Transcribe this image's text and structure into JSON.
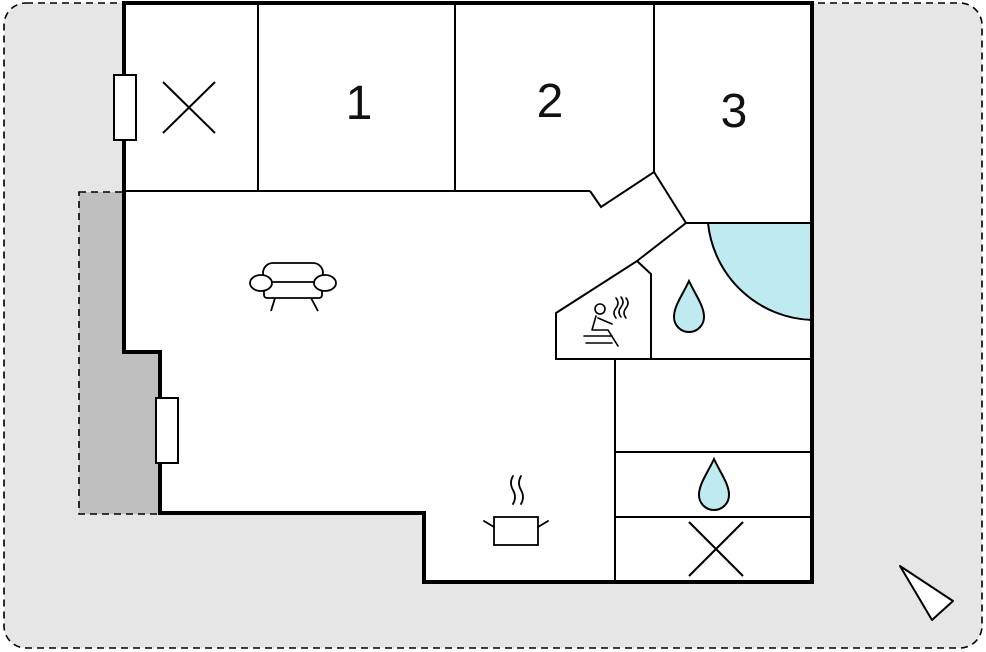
{
  "floorplan": {
    "rooms": [
      {
        "id": "bedroom-1",
        "label": "1"
      },
      {
        "id": "bedroom-2",
        "label": "2"
      },
      {
        "id": "bedroom-3",
        "label": "3"
      }
    ],
    "icons": [
      "storage-cross-icon",
      "sofa-icon",
      "sauna-icon",
      "bathroom-water-drop-icon",
      "whirlpool-icon",
      "utility-water-drop-icon",
      "cooking-pot-icon",
      "utility-cross-icon",
      "window-icon",
      "north-arrow-icon"
    ],
    "colors": {
      "terrace": "#e6e6e6",
      "balcony": "#bfbfbf",
      "walls": "#000000",
      "water": "#bfeaf0",
      "floor": "#ffffff"
    }
  }
}
